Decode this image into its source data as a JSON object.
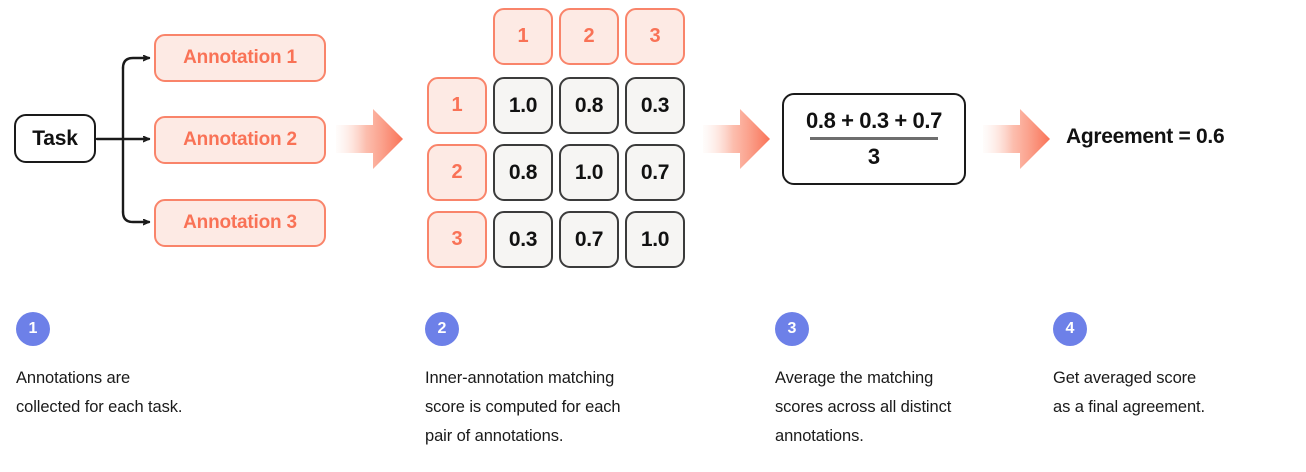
{
  "colors": {
    "accent_orange": "#F97256",
    "accent_orange_border": "#F9846A",
    "accent_orange_fill": "#FDEAE4",
    "step_blue": "#6D80E8",
    "cell_fill": "#F6F5F3",
    "cell_border": "#3b3b3b",
    "ink": "#111111"
  },
  "diagram": {
    "task_node": {
      "label": "Task"
    },
    "annotations": [
      {
        "label": "Annotation 1"
      },
      {
        "label": "Annotation 2"
      },
      {
        "label": "Annotation 3"
      }
    ],
    "arrows": [
      {
        "name": "arrow-to-matrix"
      },
      {
        "name": "arrow-to-formula"
      },
      {
        "name": "arrow-to-result"
      }
    ],
    "matrix": {
      "column_headers": [
        "1",
        "2",
        "3"
      ],
      "row_headers": [
        "1",
        "2",
        "3"
      ],
      "rows": [
        [
          "1.0",
          "0.8",
          "0.3"
        ],
        [
          "0.8",
          "1.0",
          "0.7"
        ],
        [
          "0.3",
          "0.7",
          "1.0"
        ]
      ]
    },
    "formula": {
      "numerator": "0.8 + 0.3 + 0.7",
      "denominator": "3"
    },
    "result": "Agreement = 0.6"
  },
  "steps": [
    {
      "number": "1",
      "text": "Annotations are\ncollected for each task."
    },
    {
      "number": "2",
      "text": "Inner-annotation matching\nscore is computed for each\npair of annotations."
    },
    {
      "number": "3",
      "text": "Average the matching\nscores across all distinct\nannotations."
    },
    {
      "number": "4",
      "text": "Get averaged score\nas a final agreement."
    }
  ]
}
